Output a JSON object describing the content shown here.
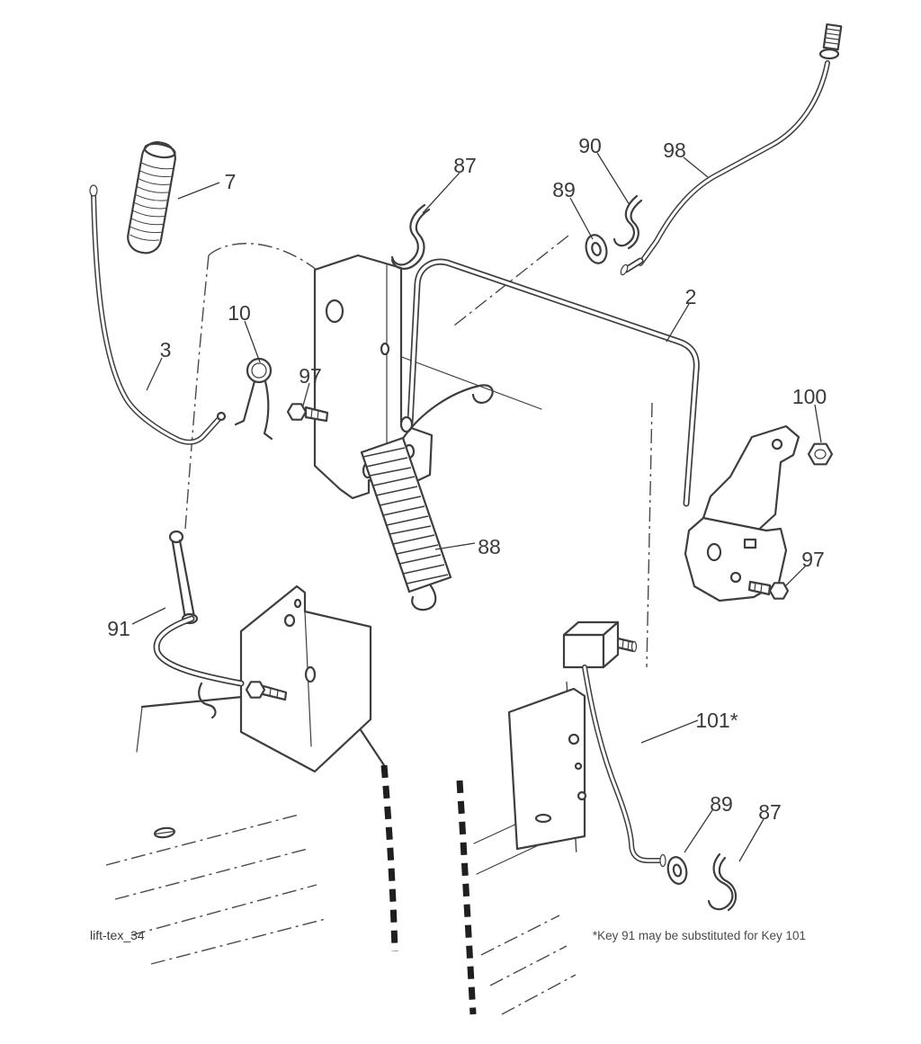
{
  "diagram": {
    "id_label": "lift-tex_34",
    "footnote": "*Key 91 may be substituted for Key 101",
    "colors": {
      "line": "#3e3e3e",
      "text": "#3a3a3a"
    },
    "labels": [
      {
        "text": "7"
      },
      {
        "text": "87"
      },
      {
        "text": "90"
      },
      {
        "text": "98"
      },
      {
        "text": "89"
      },
      {
        "text": "2"
      },
      {
        "text": "10"
      },
      {
        "text": "3"
      },
      {
        "text": "97"
      },
      {
        "text": "100"
      },
      {
        "text": "88"
      },
      {
        "text": "97"
      },
      {
        "text": "91"
      },
      {
        "text": "101*"
      },
      {
        "text": "89"
      },
      {
        "text": "87"
      }
    ]
  }
}
